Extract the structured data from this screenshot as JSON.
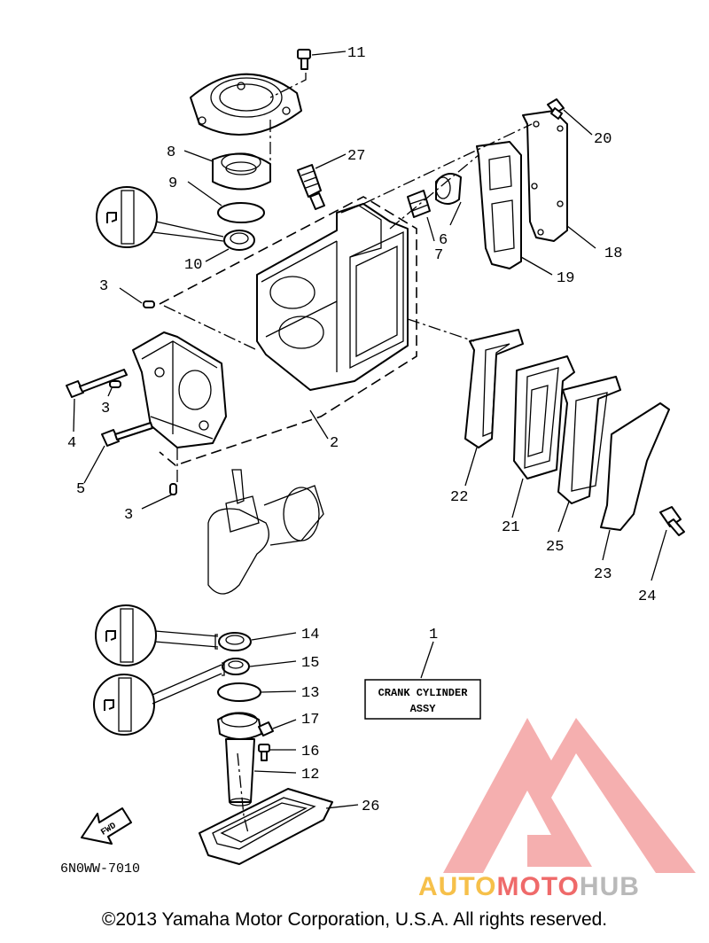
{
  "diagram": {
    "callouts": [
      "11",
      "8",
      "27",
      "20",
      "9",
      "6",
      "7",
      "18",
      "10",
      "19",
      "3",
      "3",
      "4",
      "2",
      "5",
      "3",
      "22",
      "21",
      "25",
      "23",
      "24",
      "1",
      "14",
      "15",
      "13",
      "17",
      "16",
      "12",
      "26"
    ],
    "assy_label_line1": "CRANK CYLINDER",
    "assy_label_line2": "ASSY",
    "fwd_label": "FWD",
    "drawing_code": "6N0WW-7010"
  },
  "logo": {
    "text_auto": "AUTO",
    "text_moto": "MOTO",
    "text_hub": "HUB",
    "color_auto": "#f6c04a",
    "color_moto": "#ef6a6a",
    "color_hub": "#b9b9b9"
  },
  "footer": {
    "copyright": "©2013 Yamaha Motor Corporation, U.S.A. All rights reserved."
  }
}
